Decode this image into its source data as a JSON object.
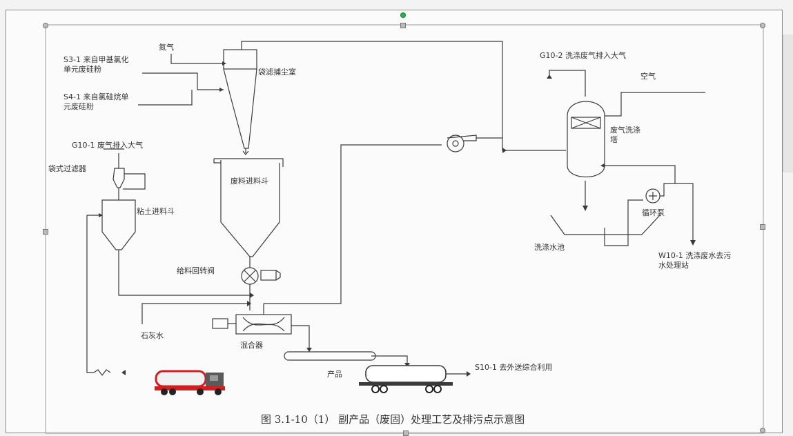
{
  "labels": {
    "s3": "S3-1 来自甲基氯化单元废硅粉",
    "nitrogen": "氮气",
    "dust_chamber": "袋滤捕尘室",
    "s4": "S4-1 来自氯硅烷单元废硅粉",
    "g10_2": "G10-2 洗涤废气排入大气",
    "air": "空气",
    "g10_1": "G10-1 废气排入大气",
    "bag_filter": "袋式过滤器",
    "waste_hopper": "废料进料斗",
    "scrubber": "废气洗涤塔",
    "clay_hopper": "粘土进料斗",
    "circ_pump": "循环泵",
    "wash_pool": "洗涤水池",
    "w10_1": "W10-1 洗涤废水去污水处理站",
    "rotary_valve": "给料回转阀",
    "lime_water": "石灰水",
    "mixer": "混合器",
    "product": "产品",
    "s10_1": "S10-1 去外送综合利用"
  },
  "caption": "图 3.1-10（1） 副产品（废固）处理工艺及排污点示意图",
  "colors": {
    "line": "#3a3a3a",
    "truck_cab": "#5a5a5a",
    "truck_tank": "#f1f1f1",
    "truck_red": "#d21e1e",
    "handle_green": "#2bb34b"
  }
}
